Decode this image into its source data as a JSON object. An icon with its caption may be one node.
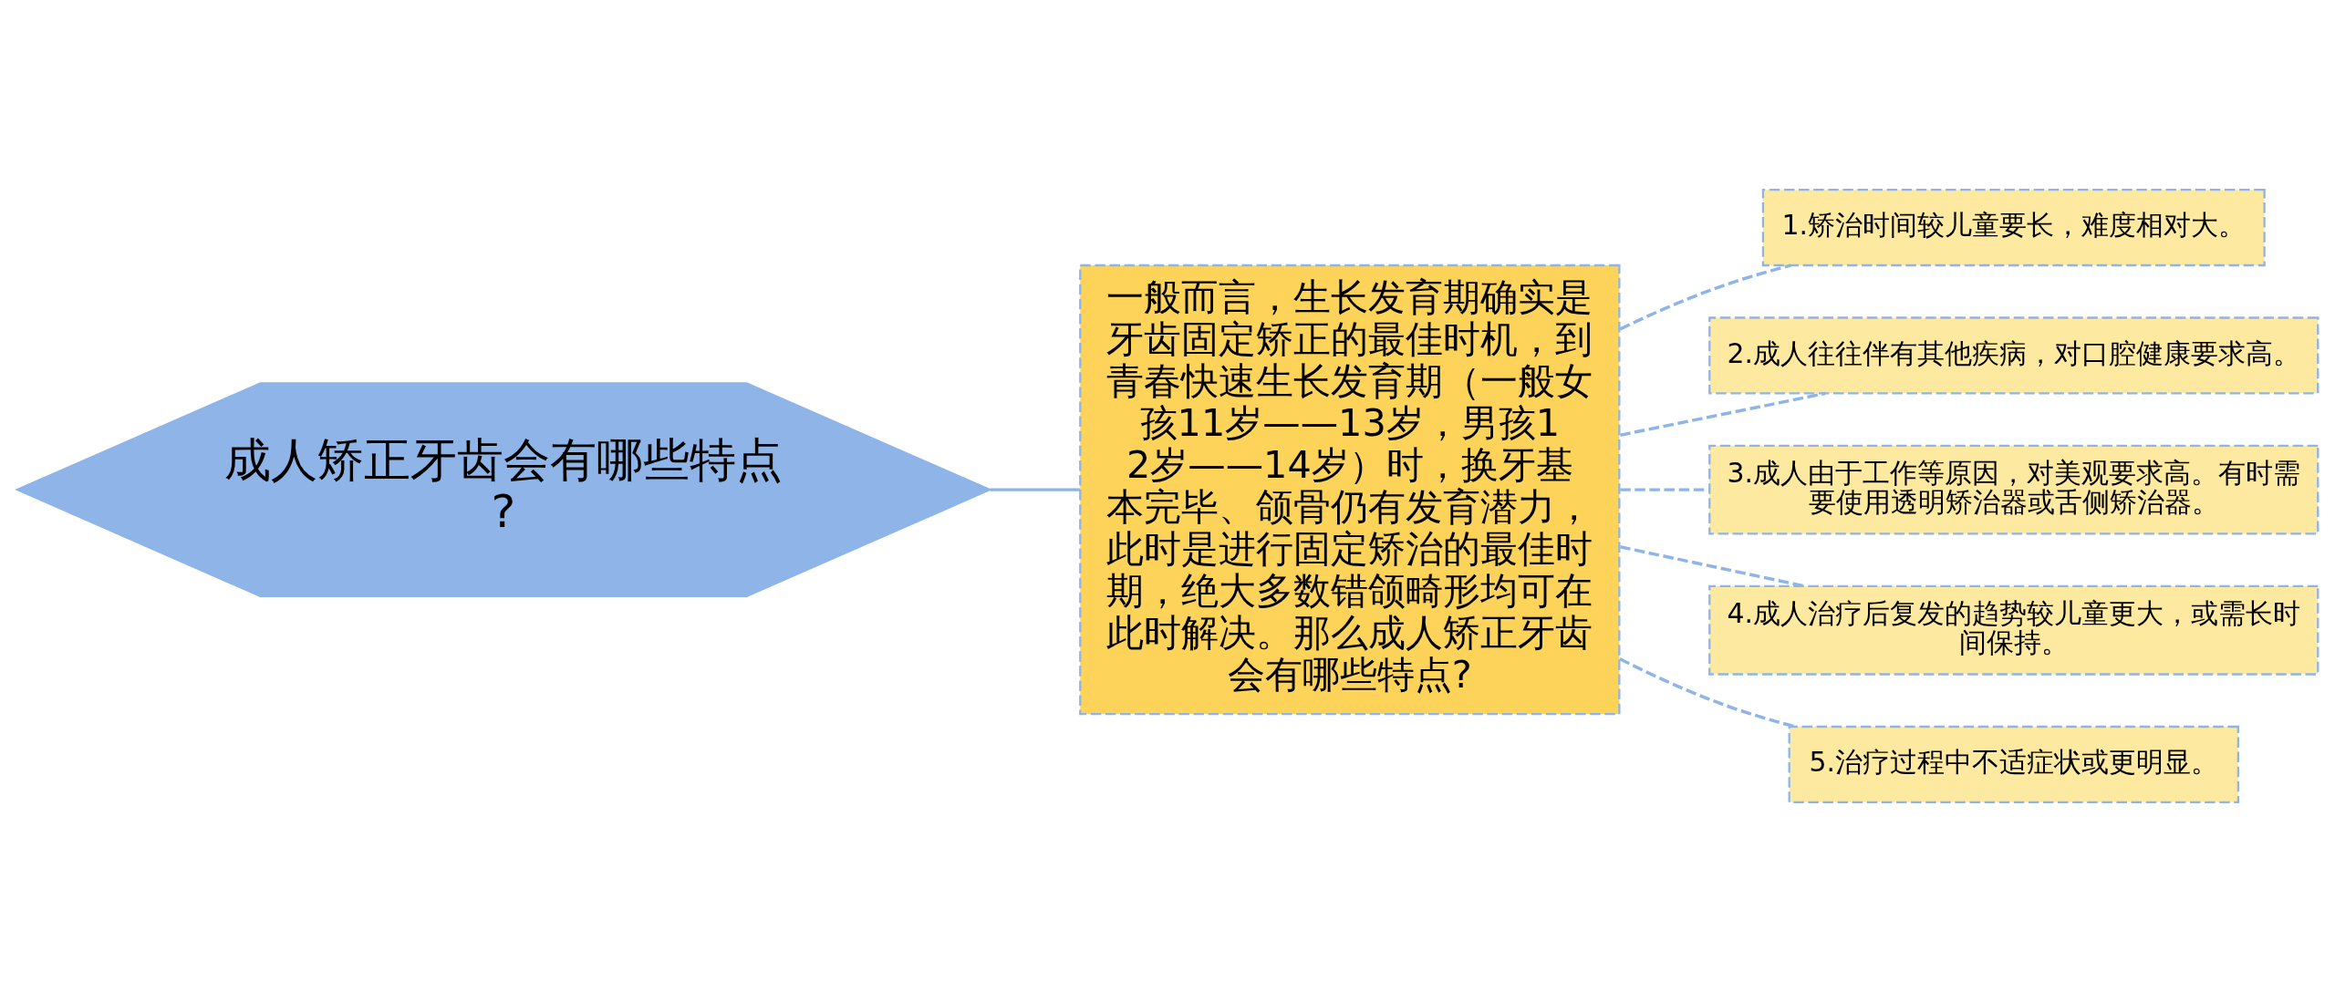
{
  "diagram": {
    "nodes": [
      {
        "text": [
          "成人矫正牙齿会有哪些特点?"
        ]
      },
      {
        "text": [
          "一般而言，生长发育期确实是牙齿固定矫正的最佳时机，到青春快速生长发育期（一般女孩11岁——13岁，男孩12岁——14岁）时，换牙基本完毕、颌骨仍有发育潜力，此时是进行固定矫治的最佳时期，绝大多数错颌畸形均可在此时解决。那么成人矫正牙齿会有哪些特点?"
        ]
      },
      {
        "text": [
          "1.矫治时间较儿童要长，难度相对大。"
        ]
      },
      {
        "text": [
          "2.成人往往伴有其他疾病，对口腔健康要求高。"
        ]
      },
      {
        "text": [
          "3.成人由于工作等原因，对美观要求高。有时需要使用透明矫治器或舌侧矫治器。"
        ]
      },
      {
        "text": [
          "4.成人治疗后复发的趋势较儿童更大，或需长时间保持。"
        ]
      },
      {
        "text": [
          "5.治疗过程中不适症状或更明显。"
        ]
      }
    ],
    "edges": [
      {
        "from": 0,
        "to": 1,
        "arrow": "none"
      },
      {
        "from": 1,
        "to": 2,
        "arrow": "none",
        "style": "dashed"
      },
      {
        "from": 1,
        "to": 3,
        "arrow": "none",
        "style": "dashed"
      },
      {
        "from": 1,
        "to": 4,
        "arrow": "none",
        "style": "dashed"
      },
      {
        "from": 1,
        "to": 5,
        "arrow": "none",
        "style": "dashed"
      },
      {
        "from": 1,
        "to": 6,
        "arrow": "none",
        "style": "dashed"
      }
    ]
  }
}
